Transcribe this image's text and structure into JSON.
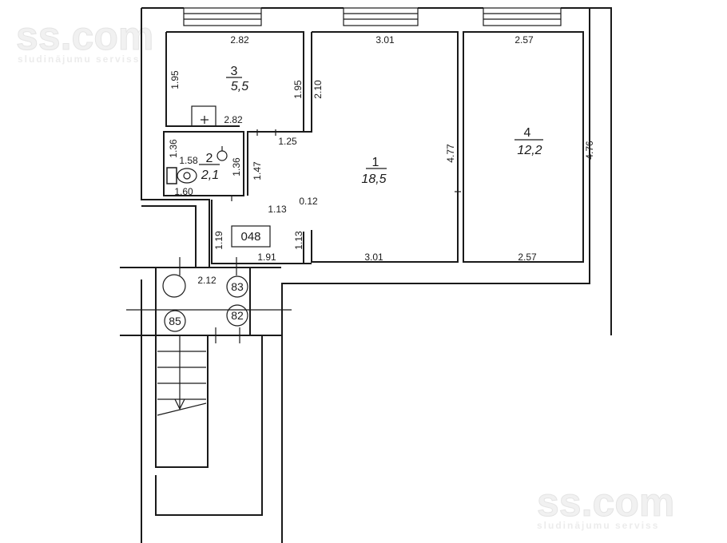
{
  "watermark": {
    "logo": "ss.com",
    "tagline": "sludinājumu serviss"
  },
  "apartment_code": "048",
  "rooms": [
    {
      "number": "1",
      "area": "18,5"
    },
    {
      "number": "2",
      "area": "2,1"
    },
    {
      "number": "3",
      "area": "5,5"
    },
    {
      "number": "4",
      "area": "12,2"
    }
  ],
  "stair_markers": [
    "83",
    "82",
    "85"
  ],
  "dimensions": {
    "r3_top": "2.82",
    "r3_left": "1.95",
    "r3_right": "1.95",
    "r3_bottom": "2.82",
    "r1_top": "3.01",
    "r1_left_upper": "2.10",
    "r1_right": "4.77",
    "r1_bottom": "3.01",
    "r4_top": "2.57",
    "r4_right": "4.76",
    "r4_bottom": "2.57",
    "door_1_25": "1.25",
    "wc_left": "1.36",
    "wc_inner": "1.58",
    "wc_right": "1.36",
    "wc_bottom": "1.60",
    "wall_1_47": "1.47",
    "corr_1_13": "1.13",
    "wall_0_12": "0.12",
    "corr_1_13_v": "1.13",
    "corr_1_19": "1.19",
    "corr_1_91": "1.91",
    "stair_2_12": "2.12"
  }
}
